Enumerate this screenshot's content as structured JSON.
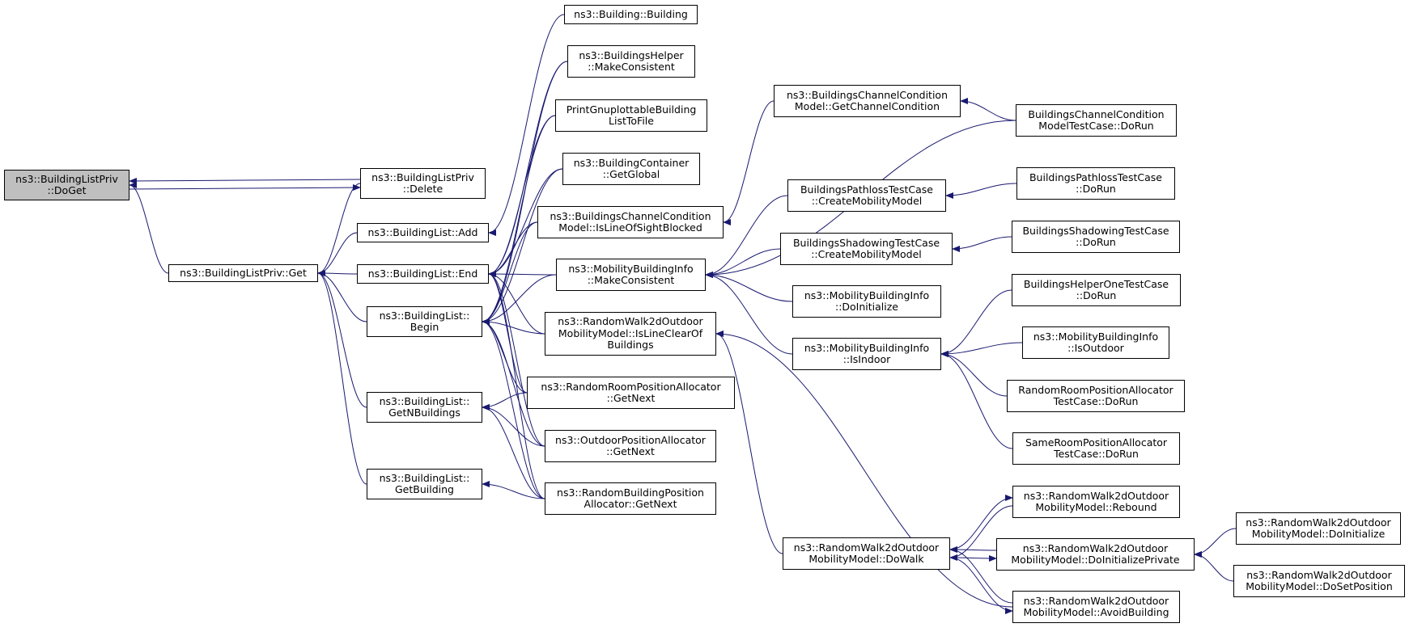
{
  "colors": {
    "edge": "#191970",
    "node_border": "#000000",
    "root_fill": "#bfbfbf",
    "node_fill": "#ffffff"
  },
  "nodes": [
    {
      "id": "doget",
      "lines": [
        "ns3::BuildingListPriv",
        "::DoGet"
      ],
      "root": true
    },
    {
      "id": "delete",
      "lines": [
        "ns3::BuildingListPriv",
        "::Delete"
      ]
    },
    {
      "id": "priv_get",
      "lines": [
        "ns3::BuildingListPriv::Get"
      ]
    },
    {
      "id": "add",
      "lines": [
        "ns3::BuildingList::Add"
      ]
    },
    {
      "id": "end",
      "lines": [
        "ns3::BuildingList::End"
      ]
    },
    {
      "id": "begin",
      "lines": [
        "ns3::BuildingList::",
        "Begin"
      ]
    },
    {
      "id": "getn",
      "lines": [
        "ns3::BuildingList::",
        "GetNBuildings"
      ]
    },
    {
      "id": "getbuilding",
      "lines": [
        "ns3::BuildingList::",
        "GetBuilding"
      ]
    },
    {
      "id": "building_ctor",
      "lines": [
        "ns3::Building::Building"
      ]
    },
    {
      "id": "helper_mc",
      "lines": [
        "ns3::BuildingsHelper",
        "::MakeConsistent"
      ]
    },
    {
      "id": "print_gnu",
      "lines": [
        "PrintGnuplottableBuilding",
        "ListToFile"
      ]
    },
    {
      "id": "container_global",
      "lines": [
        "ns3::BuildingContainer",
        "::GetGlobal"
      ]
    },
    {
      "id": "chan_los",
      "lines": [
        "ns3::BuildingsChannelCondition",
        "Model::IsLineOfSightBlocked"
      ]
    },
    {
      "id": "mbi_mc",
      "lines": [
        "ns3::MobilityBuildingInfo",
        "::MakeConsistent"
      ]
    },
    {
      "id": "rw_lineclear",
      "lines": [
        "ns3::RandomWalk2dOutdoor",
        "MobilityModel::IsLineClearOf",
        "Buildings"
      ]
    },
    {
      "id": "rroom_next",
      "lines": [
        "ns3::RandomRoomPositionAllocator",
        "::GetNext"
      ]
    },
    {
      "id": "outdoor_next",
      "lines": [
        "ns3::OutdoorPositionAllocator",
        "::GetNext"
      ]
    },
    {
      "id": "rbuilding_next",
      "lines": [
        "ns3::RandomBuildingPosition",
        "Allocator::GetNext"
      ]
    },
    {
      "id": "chan_getcc",
      "lines": [
        "ns3::BuildingsChannelCondition",
        "Model::GetChannelCondition"
      ]
    },
    {
      "id": "pathloss_cmm",
      "lines": [
        "BuildingsPathlossTestCase",
        "::CreateMobilityModel"
      ]
    },
    {
      "id": "shadow_cmm",
      "lines": [
        "BuildingsShadowingTestCase",
        "::CreateMobilityModel"
      ]
    },
    {
      "id": "mbi_doinit",
      "lines": [
        "ns3::MobilityBuildingInfo",
        "::DoInitialize"
      ]
    },
    {
      "id": "mbi_isindoor",
      "lines": [
        "ns3::MobilityBuildingInfo",
        "::IsIndoor"
      ]
    },
    {
      "id": "rw_dowalk",
      "lines": [
        "ns3::RandomWalk2dOutdoor",
        "MobilityModel::DoWalk"
      ]
    },
    {
      "id": "chan_tc",
      "lines": [
        "BuildingsChannelCondition",
        "ModelTestCase::DoRun"
      ]
    },
    {
      "id": "pathloss_tc",
      "lines": [
        "BuildingsPathlossTestCase",
        "::DoRun"
      ]
    },
    {
      "id": "shadow_tc",
      "lines": [
        "BuildingsShadowingTestCase",
        "::DoRun"
      ]
    },
    {
      "id": "helperone_tc",
      "lines": [
        "BuildingsHelperOneTestCase",
        "::DoRun"
      ]
    },
    {
      "id": "mbi_isoutdoor",
      "lines": [
        "ns3::MobilityBuildingInfo",
        "::IsOutdoor"
      ]
    },
    {
      "id": "rroom_tc",
      "lines": [
        "RandomRoomPositionAllocator",
        "TestCase::DoRun"
      ]
    },
    {
      "id": "sameroom_tc",
      "lines": [
        "SameRoomPositionAllocator",
        "TestCase::DoRun"
      ]
    },
    {
      "id": "rw_rebound",
      "lines": [
        "ns3::RandomWalk2dOutdoor",
        "MobilityModel::Rebound"
      ]
    },
    {
      "id": "rw_doinitpriv",
      "lines": [
        "ns3::RandomWalk2dOutdoor",
        "MobilityModel::DoInitializePrivate"
      ]
    },
    {
      "id": "rw_avoid",
      "lines": [
        "ns3::RandomWalk2dOutdoor",
        "MobilityModel::AvoidBuilding"
      ]
    },
    {
      "id": "rw_doinit",
      "lines": [
        "ns3::RandomWalk2dOutdoor",
        "MobilityModel::DoInitialize"
      ]
    },
    {
      "id": "rw_dosetpos",
      "lines": [
        "ns3::RandomWalk2dOutdoor",
        "MobilityModel::DoSetPosition"
      ]
    }
  ],
  "edges": [
    [
      "delete",
      "doget"
    ],
    [
      "doget",
      "delete"
    ],
    [
      "priv_get",
      "doget"
    ],
    [
      "delete",
      "priv_get"
    ],
    [
      "add",
      "priv_get"
    ],
    [
      "end",
      "priv_get"
    ],
    [
      "begin",
      "priv_get"
    ],
    [
      "getn",
      "priv_get"
    ],
    [
      "getbuilding",
      "priv_get"
    ],
    [
      "building_ctor",
      "add"
    ],
    [
      "helper_mc",
      "end"
    ],
    [
      "print_gnu",
      "end"
    ],
    [
      "container_global",
      "end"
    ],
    [
      "chan_los",
      "end"
    ],
    [
      "mbi_mc",
      "end"
    ],
    [
      "rw_lineclear",
      "end"
    ],
    [
      "rroom_next",
      "end"
    ],
    [
      "outdoor_next",
      "end"
    ],
    [
      "rbuilding_next",
      "end"
    ],
    [
      "helper_mc",
      "begin"
    ],
    [
      "print_gnu",
      "begin"
    ],
    [
      "container_global",
      "begin"
    ],
    [
      "chan_los",
      "begin"
    ],
    [
      "mbi_mc",
      "begin"
    ],
    [
      "rw_lineclear",
      "begin"
    ],
    [
      "rroom_next",
      "begin"
    ],
    [
      "outdoor_next",
      "begin"
    ],
    [
      "rbuilding_next",
      "begin"
    ],
    [
      "rroom_next",
      "getn"
    ],
    [
      "outdoor_next",
      "getn"
    ],
    [
      "rbuilding_next",
      "getn"
    ],
    [
      "rbuilding_next",
      "getbuilding"
    ],
    [
      "chan_getcc",
      "chan_los"
    ],
    [
      "chan_tc",
      "mbi_mc"
    ],
    [
      "pathloss_cmm",
      "mbi_mc"
    ],
    [
      "shadow_cmm",
      "mbi_mc"
    ],
    [
      "mbi_doinit",
      "mbi_mc"
    ],
    [
      "mbi_isindoor",
      "mbi_mc"
    ],
    [
      "rw_dowalk",
      "rw_lineclear"
    ],
    [
      "rw_avoid",
      "rw_lineclear"
    ],
    [
      "chan_tc",
      "chan_getcc"
    ],
    [
      "pathloss_tc",
      "pathloss_cmm"
    ],
    [
      "shadow_tc",
      "shadow_cmm"
    ],
    [
      "helperone_tc",
      "mbi_isindoor"
    ],
    [
      "mbi_isoutdoor",
      "mbi_isindoor"
    ],
    [
      "rroom_tc",
      "mbi_isindoor"
    ],
    [
      "sameroom_tc",
      "mbi_isindoor"
    ],
    [
      "rw_dowalk",
      "rw_rebound"
    ],
    [
      "rw_rebound",
      "rw_dowalk"
    ],
    [
      "rw_dowalk",
      "rw_doinitpriv"
    ],
    [
      "rw_doinitpriv",
      "rw_dowalk"
    ],
    [
      "rw_dowalk",
      "rw_avoid"
    ],
    [
      "rw_avoid",
      "rw_dowalk"
    ],
    [
      "rw_doinit",
      "rw_doinitpriv"
    ],
    [
      "rw_dosetpos",
      "rw_doinitpriv"
    ]
  ]
}
